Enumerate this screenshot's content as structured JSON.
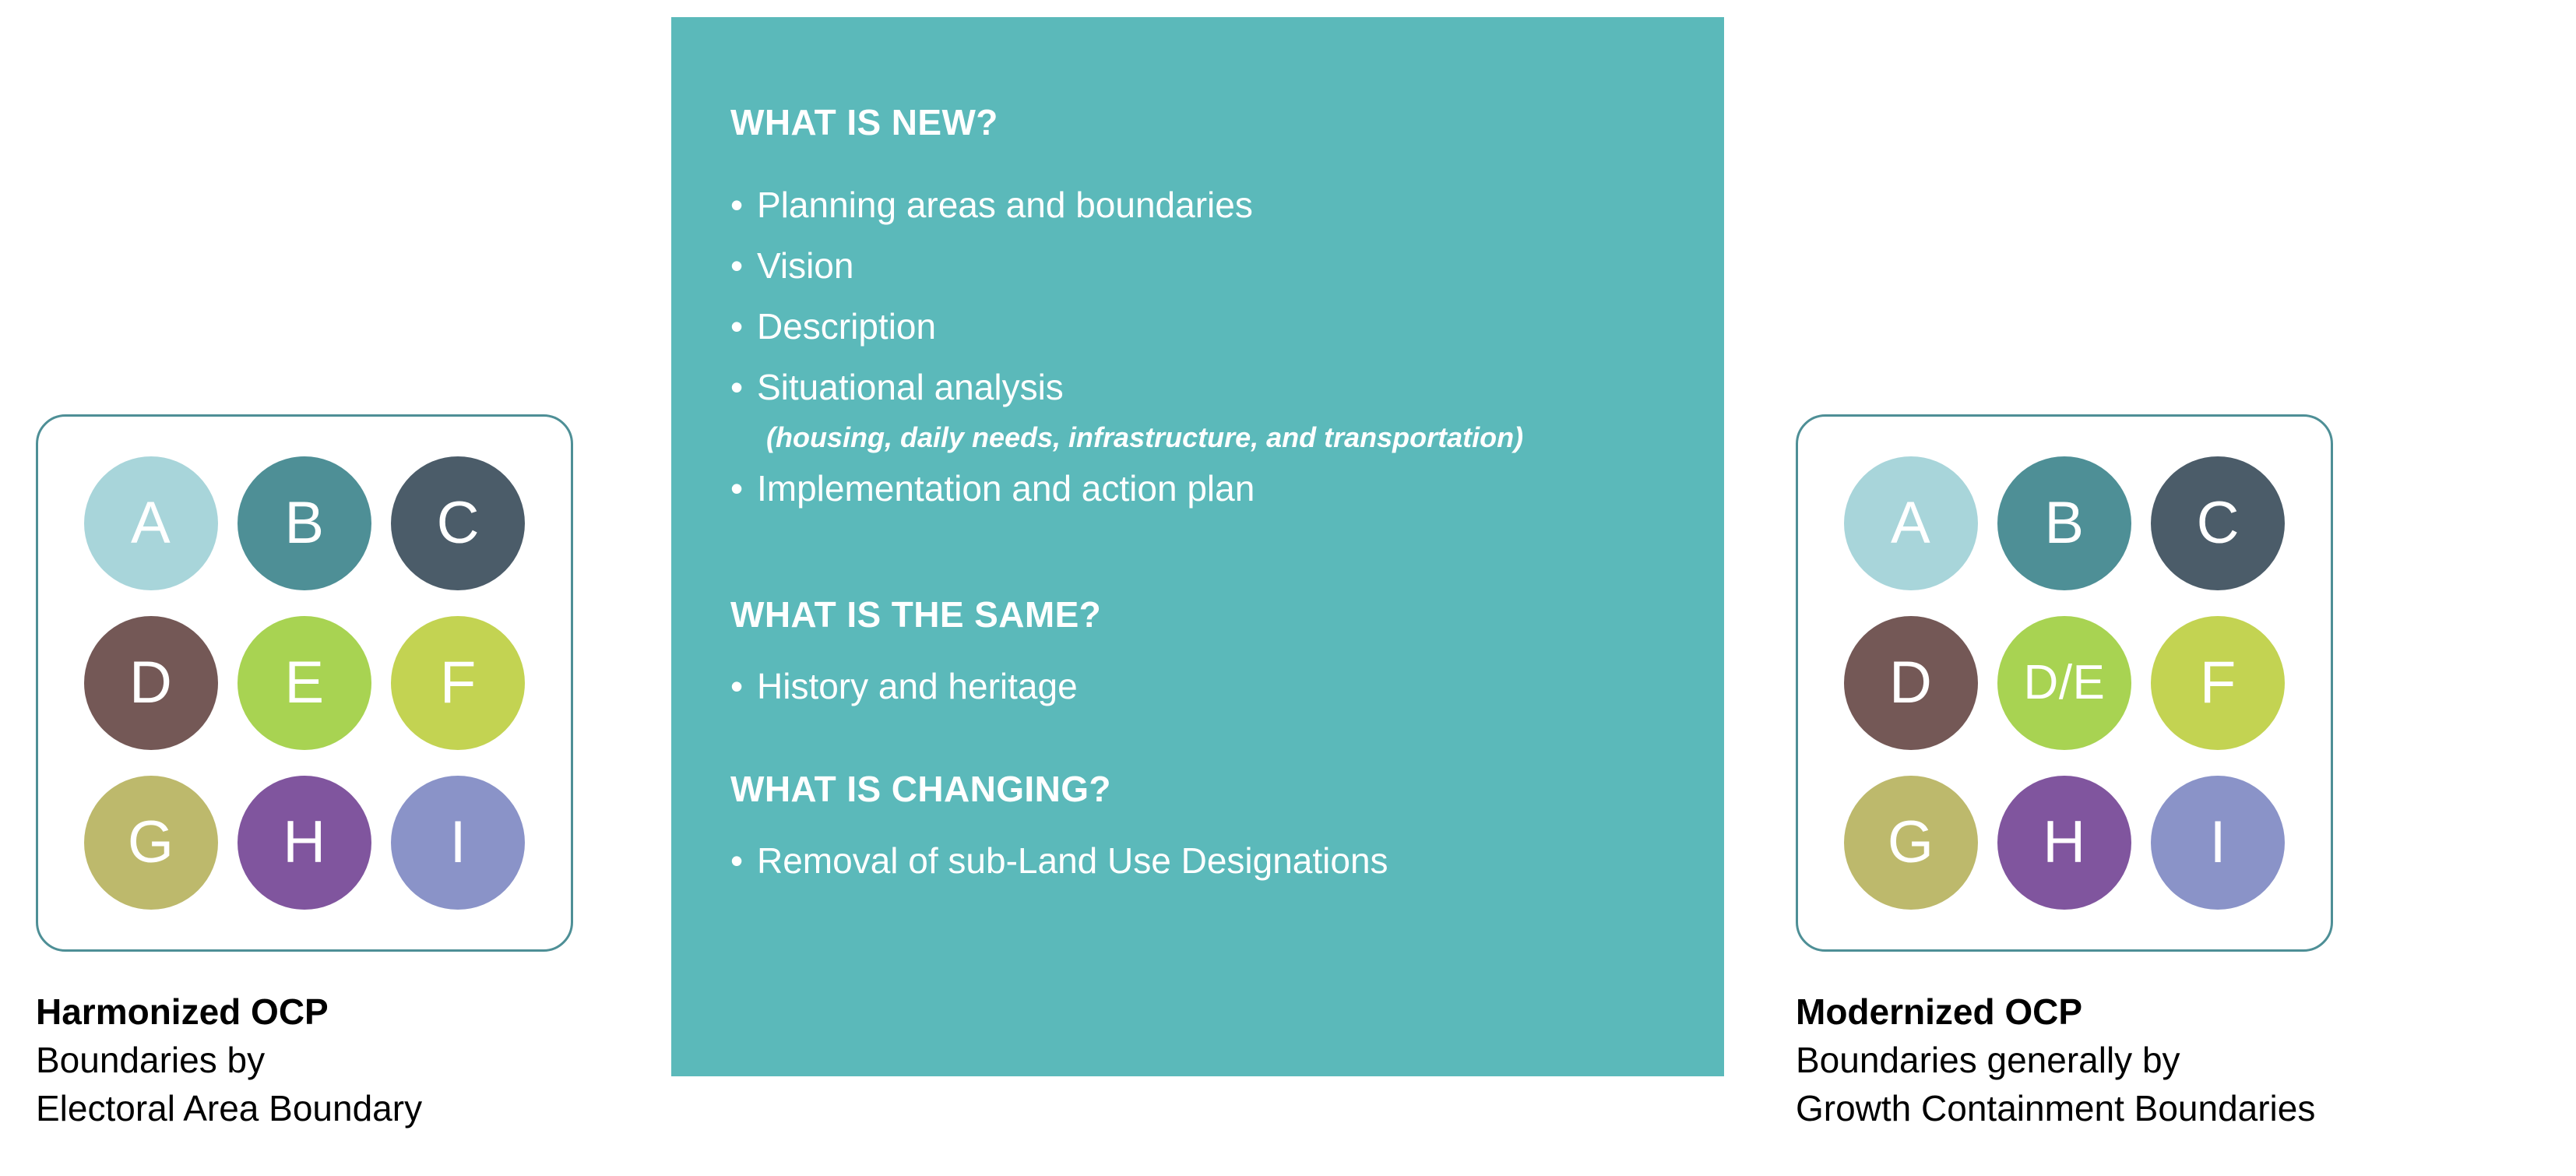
{
  "theme": {
    "panel_bg": "#5bb9ba",
    "card_border": "#4e8f96",
    "text_on_panel": "#ffffff",
    "caption_text": "#000000"
  },
  "left_card": {
    "caption_title": "Harmonized OCP",
    "caption_line2": "Boundaries by",
    "caption_line3": "Electoral Area Boundary",
    "circles": [
      {
        "label": "A",
        "color": "#a8d5da"
      },
      {
        "label": "B",
        "color": "#4e8f96"
      },
      {
        "label": "C",
        "color": "#4b5c69"
      },
      {
        "label": "D",
        "color": "#745856"
      },
      {
        "label": "E",
        "color": "#a8d352"
      },
      {
        "label": "F",
        "color": "#c3d352"
      },
      {
        "label": "G",
        "color": "#bdb96c"
      },
      {
        "label": "H",
        "color": "#80559e"
      },
      {
        "label": "I",
        "color": "#8a93c8"
      }
    ]
  },
  "right_card": {
    "caption_title": "Modernized OCP",
    "caption_line2": "Boundaries generally by",
    "caption_line3": "Growth Containment Boundaries",
    "circles": [
      {
        "label": "A",
        "color": "#a8d5da"
      },
      {
        "label": "B",
        "color": "#4e8f96"
      },
      {
        "label": "C",
        "color": "#4b5c69"
      },
      {
        "label": "D",
        "color": "#745856"
      },
      {
        "label": "D/E",
        "color": "#a8d352"
      },
      {
        "label": "F",
        "color": "#c3d352"
      },
      {
        "label": "G",
        "color": "#bdb96c"
      },
      {
        "label": "H",
        "color": "#80559e"
      },
      {
        "label": "I",
        "color": "#8a93c8"
      }
    ]
  },
  "panel": {
    "new": {
      "heading": "WHAT IS NEW?",
      "items": [
        "Planning areas and boundaries",
        "Vision",
        "Description",
        "Situational analysis"
      ],
      "sub_note": "(housing, daily needs, infrastructure, and transportation)",
      "last_item": "Implementation and action plan"
    },
    "same": {
      "heading": "WHAT IS THE SAME?",
      "items": [
        "History and heritage"
      ]
    },
    "changing": {
      "heading": "WHAT IS CHANGING?",
      "items": [
        "Removal of sub-Land Use Designations"
      ]
    }
  }
}
